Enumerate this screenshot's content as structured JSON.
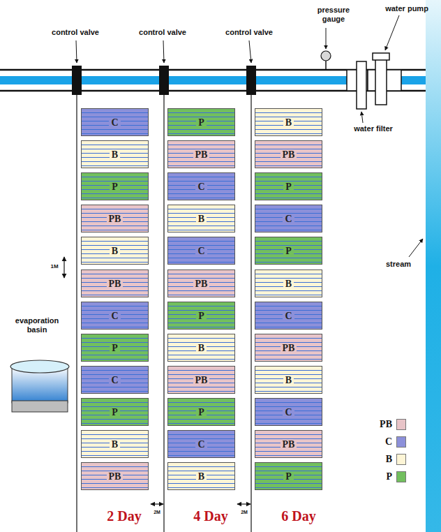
{
  "diagram": {
    "nodes": [
      {
        "text": [
          "C"
        ]
      },
      {
        "text": [
          "B"
        ]
      },
      {
        "text": [
          "P"
        ]
      },
      {
        "text": [
          "PB"
        ]
      },
      {
        "text": [
          "B"
        ]
      },
      {
        "text": [
          "PB"
        ]
      },
      {
        "text": [
          "C"
        ]
      },
      {
        "text": [
          "P"
        ]
      },
      {
        "text": [
          "C"
        ]
      },
      {
        "text": [
          "P"
        ]
      },
      {
        "text": [
          "B"
        ]
      },
      {
        "text": [
          "PB"
        ]
      },
      {
        "text": [
          "P"
        ]
      },
      {
        "text": [
          "PB"
        ]
      },
      {
        "text": [
          "C"
        ]
      },
      {
        "text": [
          "B"
        ]
      },
      {
        "text": [
          "C"
        ]
      },
      {
        "text": [
          "PB"
        ]
      },
      {
        "text": [
          "P"
        ]
      },
      {
        "text": [
          "B"
        ]
      },
      {
        "text": [
          "PB"
        ]
      },
      {
        "text": [
          "P"
        ]
      },
      {
        "text": [
          "C"
        ]
      },
      {
        "text": [
          "B"
        ]
      },
      {
        "text": [
          "B"
        ]
      },
      {
        "text": [
          "PB"
        ]
      },
      {
        "text": [
          "P"
        ]
      },
      {
        "text": [
          "C"
        ]
      },
      {
        "text": [
          "P"
        ]
      },
      {
        "text": [
          "B"
        ]
      },
      {
        "text": [
          "C"
        ]
      },
      {
        "text": [
          "PB"
        ]
      },
      {
        "text": [
          "B"
        ]
      },
      {
        "text": [
          "C"
        ]
      },
      {
        "text": [
          "PB"
        ]
      },
      {
        "text": [
          "P"
        ]
      }
    ],
    "labels": [
      "control valve",
      "control valve",
      "control valve",
      "pressure gauge",
      "water pump",
      "water filter",
      "stream",
      "1M",
      "evaporation basin",
      "2 Day",
      "4 Day",
      "6 Day",
      "2M",
      "2M"
    ],
    "legend": [
      {
        "text": "PB",
        "color": "#e8c4c8"
      },
      {
        "text": "C",
        "color": "#8c90da"
      },
      {
        "text": "B",
        "color": "#fdf5d6"
      },
      {
        "text": "P",
        "color": "#72bf5e"
      }
    ]
  }
}
